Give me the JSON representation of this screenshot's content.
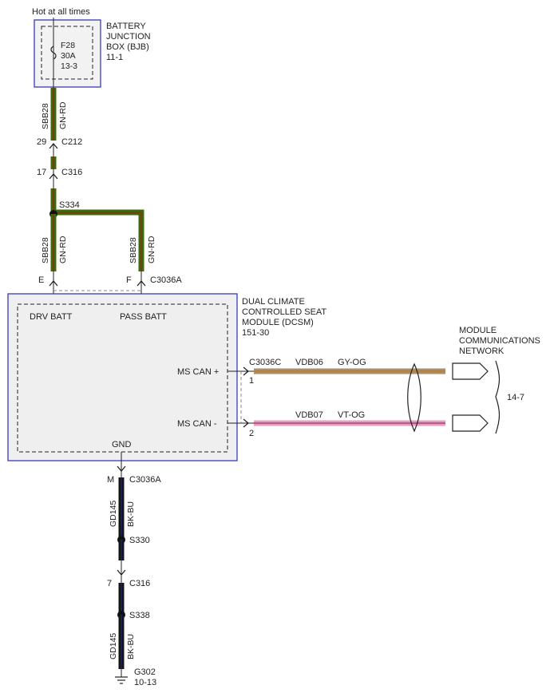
{
  "header": {
    "power_note": "Hot at all times"
  },
  "bjb": {
    "name_lines": [
      "BATTERY",
      "JUNCTION",
      "BOX (BJB)",
      "11-1"
    ],
    "fuse": {
      "id": "F28",
      "rating": "30A",
      "ref": "13-3"
    }
  },
  "wires": {
    "sbb28_top": {
      "circuit": "SBB28",
      "color": "GN-RD"
    },
    "sbb28_left": {
      "circuit": "SBB28",
      "color": "GN-RD"
    },
    "sbb28_right": {
      "circuit": "SBB28",
      "color": "GN-RD"
    },
    "gd145_top": {
      "circuit": "GD145",
      "color": "BK-BU"
    },
    "gd145_bottom": {
      "circuit": "GD145",
      "color": "BK-BU"
    },
    "vdb06": {
      "circuit": "VDB06",
      "color": "GY-OG"
    },
    "vdb07": {
      "circuit": "VDB07",
      "color": "VT-OG"
    }
  },
  "connectors": {
    "c212": {
      "pin": "29",
      "name": "C212"
    },
    "c316_top": {
      "pin": "17",
      "name": "C316"
    },
    "s334": {
      "name": "S334"
    },
    "c3036a_left_pin": "E",
    "c3036a_right": {
      "pin": "F",
      "name": "C3036A"
    },
    "c3036c": {
      "name": "C3036C",
      "pin_plus": "1",
      "pin_minus": "2"
    },
    "c3036a_gnd": {
      "pin": "M",
      "name": "C3036A"
    },
    "s330": {
      "name": "S330"
    },
    "c316_bottom": {
      "pin": "7",
      "name": "C316"
    },
    "s338": {
      "name": "S338"
    },
    "g302": {
      "name": "G302",
      "ref": "10-13"
    }
  },
  "module": {
    "name_lines": [
      "DUAL CLIMATE",
      "CONTROLLED SEAT",
      "MODULE (DCSM)",
      "151-30"
    ],
    "pins": {
      "drv_batt": "DRV BATT",
      "pass_batt": "PASS BATT",
      "ms_can_plus": "MS CAN +",
      "ms_can_minus": "MS CAN -",
      "gnd": "GND"
    }
  },
  "network": {
    "name_lines": [
      "MODULE",
      "COMMUNICATIONS",
      "NETWORK"
    ],
    "ref": "14-7"
  },
  "colors": {
    "box_border": "#3a3ab8",
    "module_fill": "#efefef",
    "wire_green": "#3d6b0b",
    "wire_red_stripe": "#a11818",
    "wire_black": "#141414",
    "wire_blue_stripe": "#1f2d8f",
    "wire_gray": "#a88e6a",
    "wire_orange_stripe": "#c07a1a",
    "wire_violet": "#e99bbd",
    "wire_violet_stripe": "#8a3a6e"
  }
}
